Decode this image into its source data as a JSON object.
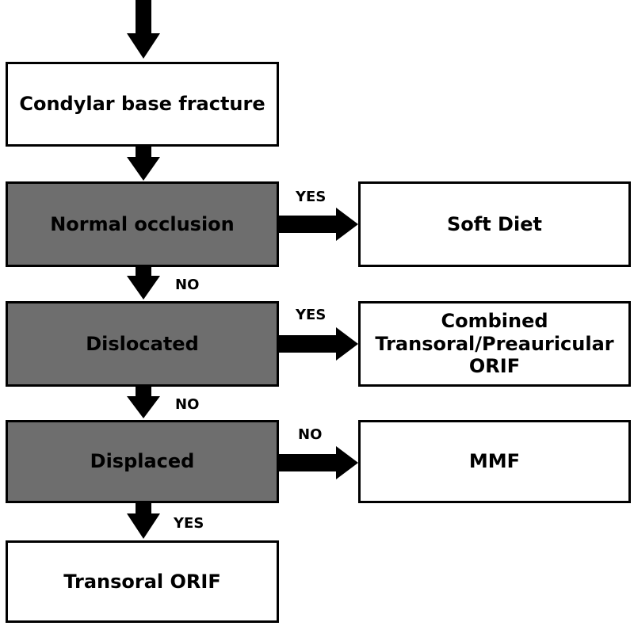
{
  "nodes": {
    "condylar": {
      "label": "Condylar base fracture"
    },
    "normal_occlusion": {
      "label": "Normal occlusion"
    },
    "soft_diet": {
      "label": "Soft Diet"
    },
    "dislocated": {
      "label": "Dislocated"
    },
    "combined": {
      "line1": "Combined",
      "line2": "Transoral/Preauricular",
      "line3": "ORIF"
    },
    "displaced": {
      "label": "Displaced"
    },
    "mmf": {
      "label": "MMF"
    },
    "transoral": {
      "label": "Transoral ORIF"
    }
  },
  "edges": {
    "occlusion_yes": "YES",
    "occlusion_no": "NO",
    "dislocated_yes": "YES",
    "dislocated_no": "NO",
    "displaced_no": "NO",
    "displaced_yes": "YES"
  },
  "colors": {
    "decision_fill": "#6e6e6e",
    "outcome_fill": "#ffffff",
    "stroke": "#000000"
  }
}
